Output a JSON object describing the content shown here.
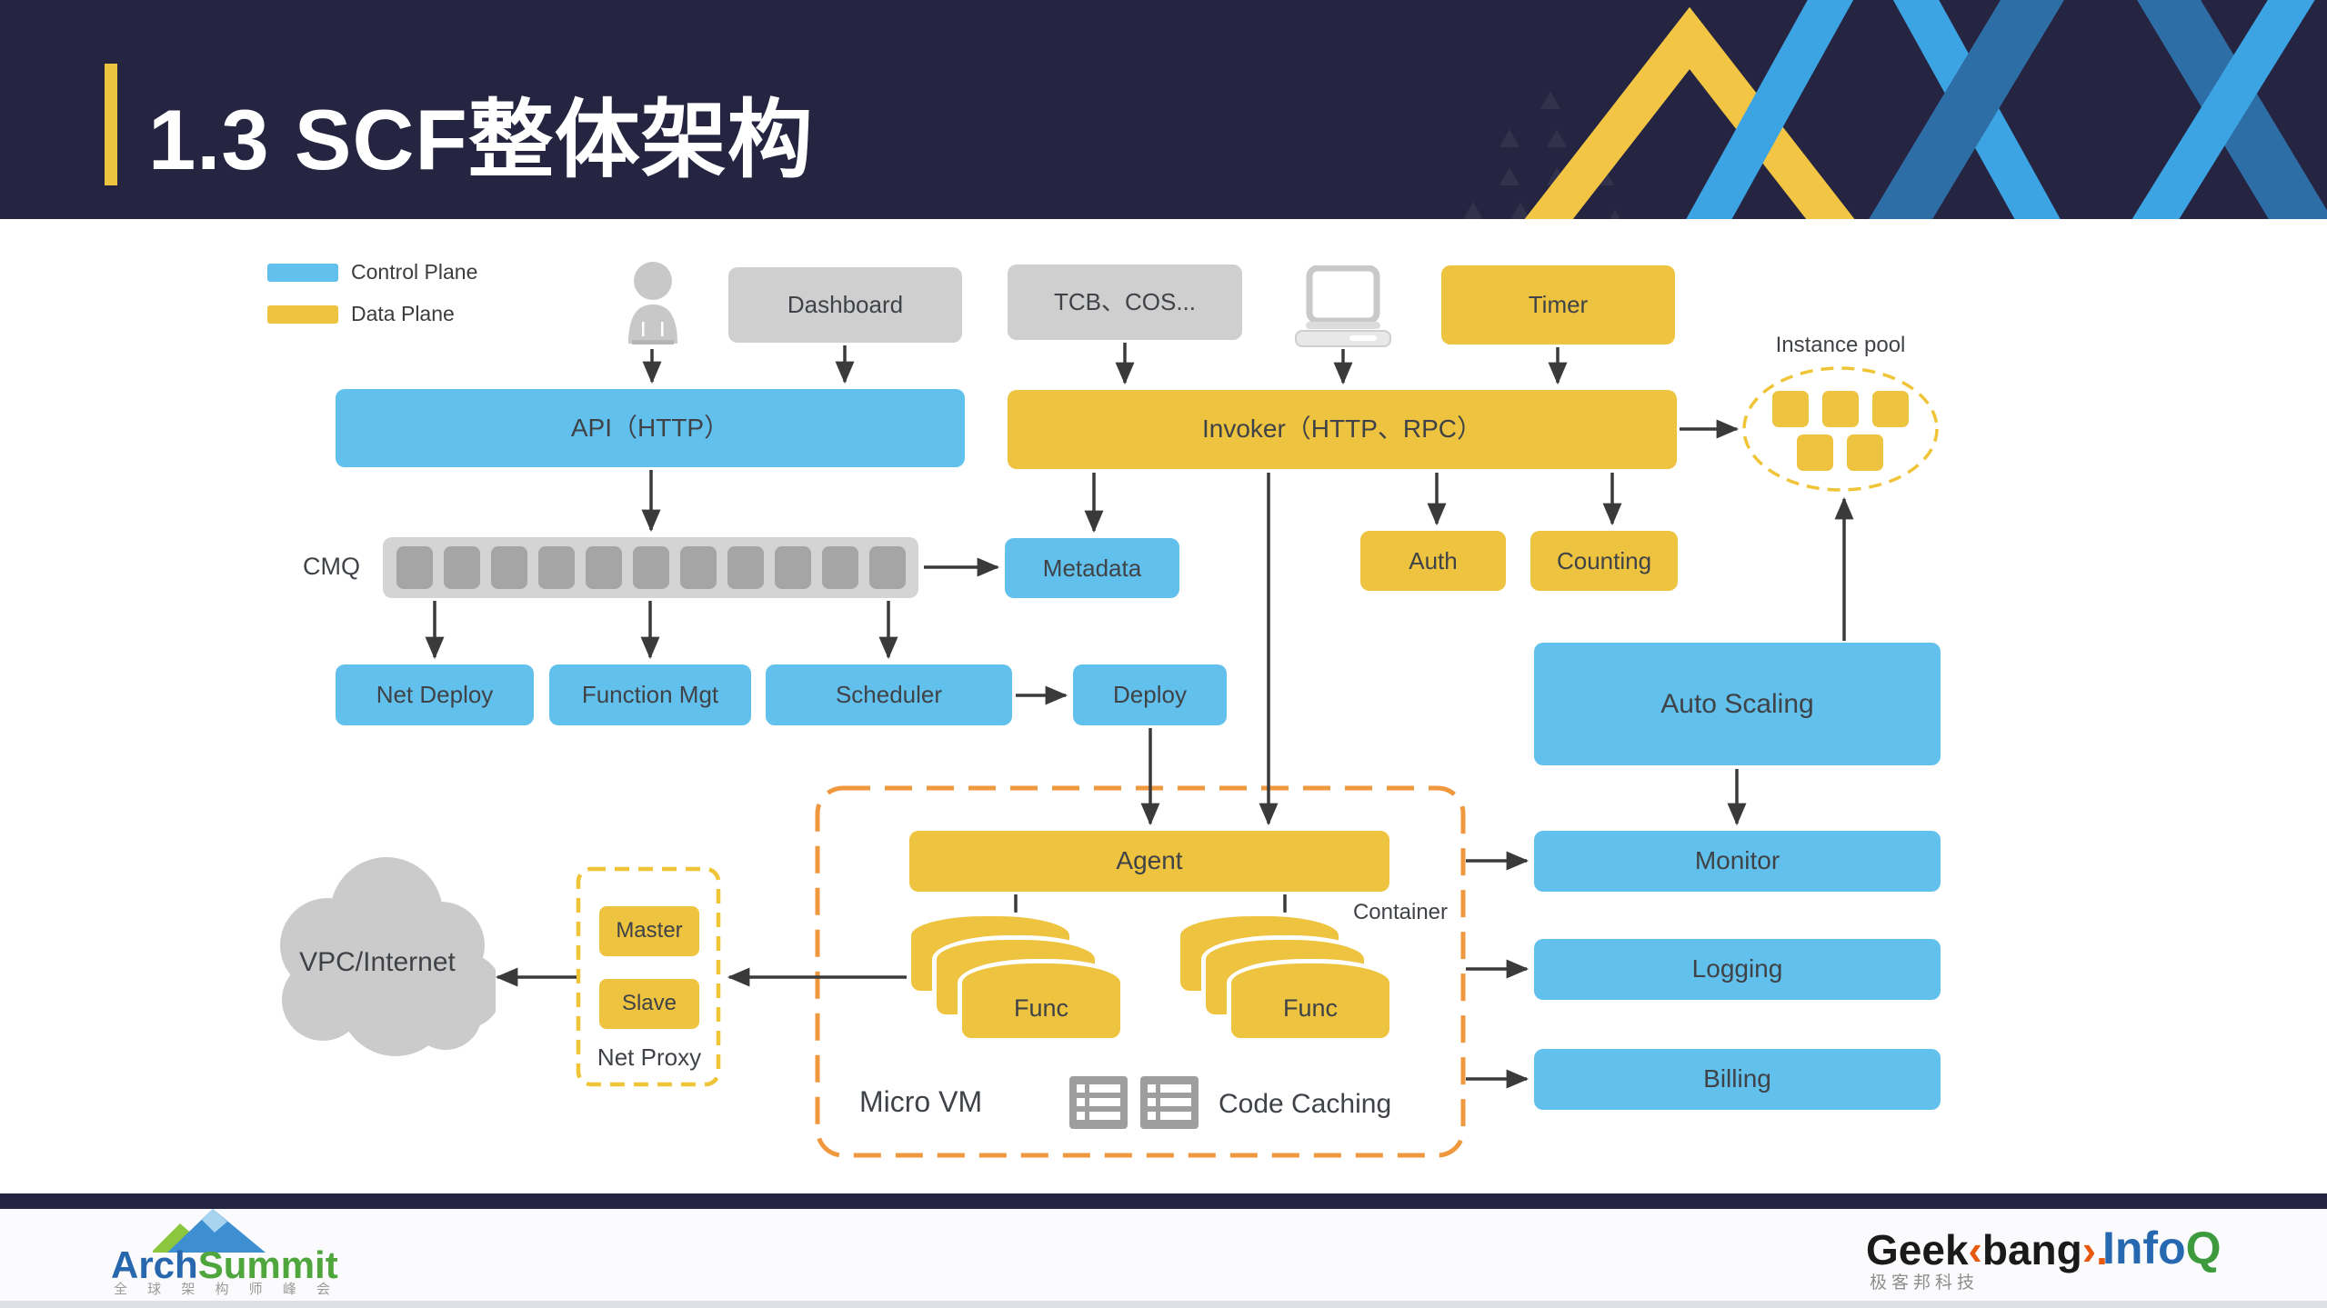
{
  "header": {
    "title": "1.3 SCF整体架构"
  },
  "legend": {
    "control_plane": "Control Plane",
    "data_plane": "Data Plane"
  },
  "nodes": {
    "dashboard": "Dashboard",
    "tcb_cos": "TCB、COS...",
    "timer": "Timer",
    "api": "API（HTTP）",
    "invoker": "Invoker（HTTP、RPC）",
    "instance_pool": "Instance pool",
    "cmq": "CMQ",
    "metadata": "Metadata",
    "auth": "Auth",
    "counting": "Counting",
    "net_deploy": "Net Deploy",
    "function_mgt": "Function Mgt",
    "scheduler": "Scheduler",
    "deploy": "Deploy",
    "auto_scaling": "Auto Scaling",
    "agent": "Agent",
    "container": "Container",
    "func": "Func",
    "micro_vm": "Micro VM",
    "code_caching": "Code Caching",
    "master": "Master",
    "slave": "Slave",
    "net_proxy": "Net Proxy",
    "vpc_internet": "VPC/Internet",
    "monitor": "Monitor",
    "logging": "Logging",
    "billing": "Billing"
  },
  "footer": {
    "archsummit_arch": "Arch",
    "archsummit_summit": "Summit",
    "archsummit_subtitle": "全 球 架 构 师 峰 会",
    "geekbang_geek": "Geek",
    "geekbang_angle_left": "‹",
    "geekbang_bang": "bang",
    "geekbang_angle_right": "›.",
    "geekbang_subtitle": "极客邦科技",
    "infoq_info": "Info",
    "infoq_q": "Q"
  },
  "colors": {
    "control_plane_blue": "#62C0EC",
    "data_plane_yellow": "#EDC33F",
    "container_dashed_orange": "#F0983E",
    "proxy_dashed_yellow": "#EFC437",
    "header_navy": "#252542"
  }
}
